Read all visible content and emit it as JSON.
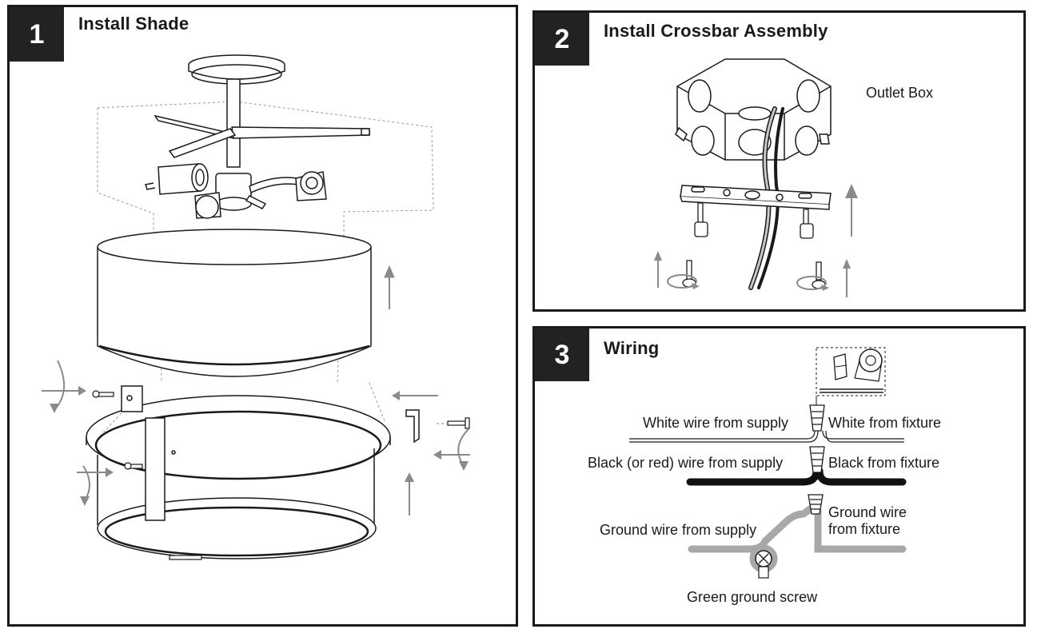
{
  "panels": [
    {
      "number": "1",
      "title": "Install Shade"
    },
    {
      "number": "2",
      "title": "Install Crossbar Assembly",
      "labels": {
        "outlet_box": "Outlet Box"
      }
    },
    {
      "number": "3",
      "title": "Wiring",
      "labels": {
        "white_supply": "White wire from supply",
        "white_fixture": "White from fixture",
        "black_supply": "Black (or red) wire from supply",
        "black_fixture": "Black from fixture",
        "ground_supply": "Ground wire from supply",
        "ground_fixture_1": "Ground wire",
        "ground_fixture_2": "from fixture",
        "green_screw": "Green ground screw"
      }
    }
  ],
  "colors": {
    "border": "#1a1a1a",
    "badge": "#222222",
    "arrow": "#8a8a8a",
    "ground_wire": "#a8a8a8",
    "black_wire": "#111111"
  }
}
